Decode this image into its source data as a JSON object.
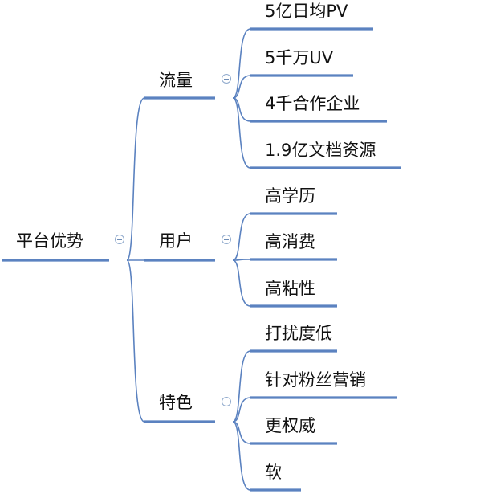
{
  "theme": {
    "line_color": "#5b82c0",
    "text_color": "#111111",
    "toggle_border": "#8fa9cc"
  },
  "mindmap": {
    "root": {
      "label": "平台优势",
      "collapse_icon": "minus-circle-icon"
    },
    "branches": [
      {
        "label": "流量",
        "collapse_icon": "minus-circle-icon",
        "leaves": [
          "5亿日均PV",
          "5千万UV",
          "4千合作企业",
          "1.9亿文档资源"
        ]
      },
      {
        "label": "用户",
        "collapse_icon": "minus-circle-icon",
        "leaves": [
          "高学历",
          "高消费",
          "高粘性"
        ]
      },
      {
        "label": "特色",
        "collapse_icon": "minus-circle-icon",
        "leaves": [
          "打扰度低",
          "针对粉丝营销",
          "更权威",
          "软"
        ]
      }
    ]
  }
}
